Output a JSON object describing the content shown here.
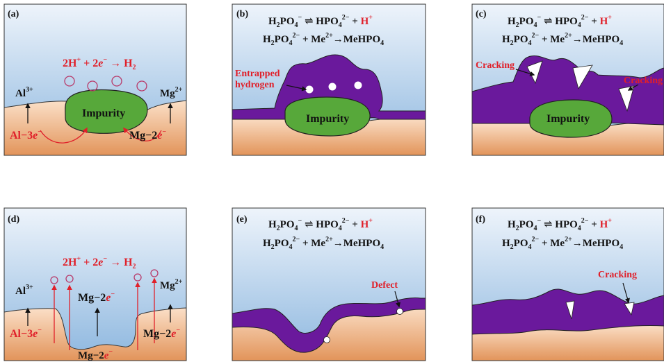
{
  "colors": {
    "sky_top": "#e9f1fa",
    "sky_bottom": "#8fb9e0",
    "metal_top": "#f8d6b9",
    "metal_bottom": "#e49a62",
    "impurity": "#57a83a",
    "coating": "#6a199c",
    "red": "#e0202a",
    "bubble": "#b83a6a"
  },
  "panels": {
    "a": {
      "label": "(a)",
      "reaction": {
        "lhs": "2H",
        "sup1": "+",
        "mid": " + 2",
        "e": "e",
        "sup2": "−",
        "rhs": " → H",
        "sub": "2"
      },
      "impurity": "Impurity",
      "al_ion": {
        "base": "Al",
        "sup": "3+"
      },
      "mg_ion": {
        "base": "Mg",
        "sup": "2+"
      },
      "al_ox": {
        "base": "Al−3",
        "e": "e",
        "sup": "−"
      },
      "mg_ox": {
        "base": "Mg−2",
        "e": "e",
        "sup": "−"
      }
    },
    "b": {
      "label": "(b)",
      "impurity": "Impurity",
      "entrapped1": "Entrapped",
      "entrapped2": "hydrogen"
    },
    "c": {
      "label": "(c)",
      "impurity": "Impurity",
      "cracking_left": "Cracking",
      "cracking_right": "Cracking"
    },
    "d": {
      "label": "(d)",
      "reaction": {
        "lhs": "2H",
        "sup1": "+",
        "mid": " + 2",
        "e": "e",
        "sup2": "−",
        "rhs": " → H",
        "sub": "2"
      },
      "al_ion": {
        "base": "Al",
        "sup": "3+"
      },
      "mg_ion": {
        "base": "Mg",
        "sup": "2+"
      },
      "al_ox": {
        "base": "Al−3",
        "e": "e",
        "sup": "−"
      },
      "mg_mid": {
        "base": "Mg−2",
        "e": "e",
        "sup": "−"
      },
      "mg_right": {
        "base": "Mg−2",
        "e": "e",
        "sup": "−"
      },
      "mg_bottom": {
        "base": "Mg−2",
        "e": "e",
        "sup": "−"
      }
    },
    "e": {
      "label": "(e)",
      "defect": "Defect"
    },
    "f": {
      "label": "(f)",
      "cracking": "Cracking"
    }
  },
  "equations": {
    "eq1": {
      "a": "H",
      "a_sub1": "2",
      "b": "PO",
      "b_sub": "4",
      "b_sup": "−",
      "arrow": " ⇌ HPO",
      "c_sub": "4",
      "c_sup": "2−",
      "plus": " + ",
      "h": "H",
      "h_sup": "+"
    },
    "eq2": {
      "a": "H",
      "a_sub1": "2",
      "b": "PO",
      "b_sub": "4",
      "b_sup": "2−",
      "mid": " + Me",
      "me_sup": "2+",
      "rhs": "→MeHPO",
      "rhs_sub": "4"
    }
  }
}
